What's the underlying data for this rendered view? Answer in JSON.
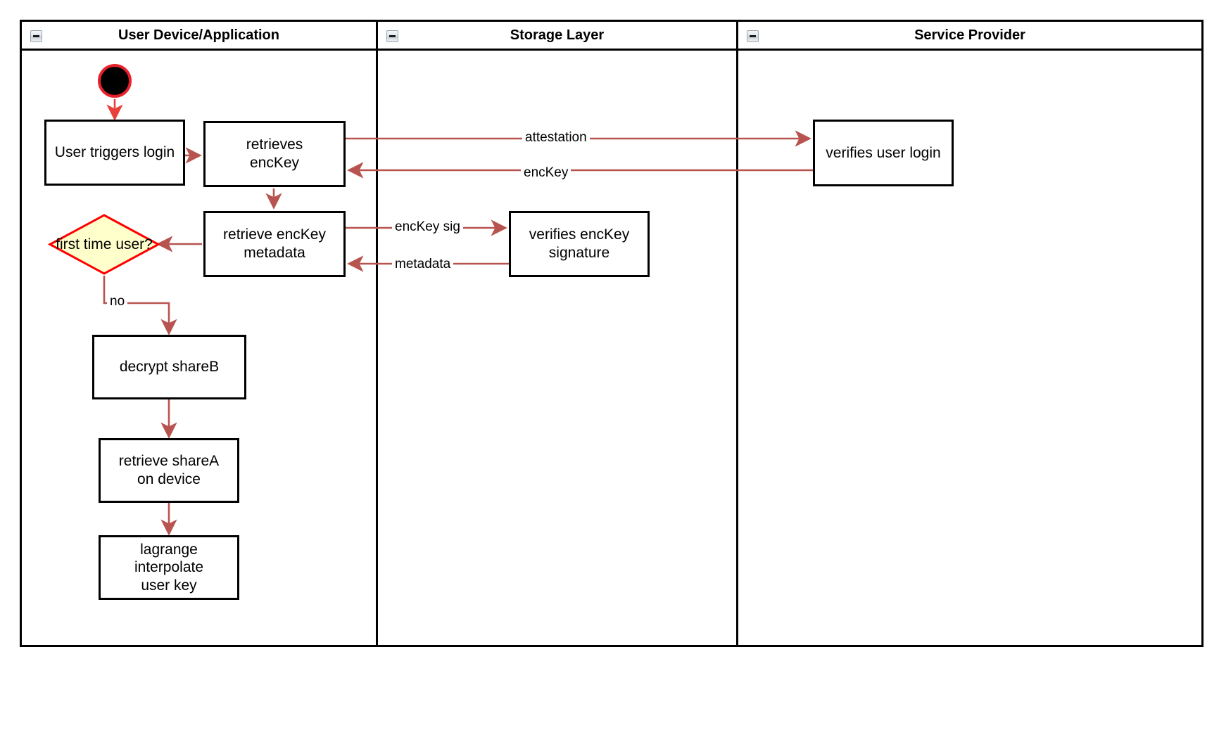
{
  "diagram": {
    "type": "swimlane-activity-diagram",
    "colors": {
      "edge": "#b85450",
      "start_ring": "#e8202a",
      "decision_fill": "#ffffcc",
      "decision_stroke": "#ff0000",
      "node_stroke": "#000000",
      "lane_stroke": "#000000",
      "background": "#ffffff"
    }
  },
  "lanes": [
    {
      "id": "user-device",
      "title": "User Device/Application",
      "collapse_icon": "collapse-minus-icon"
    },
    {
      "id": "storage-layer",
      "title": "Storage Layer",
      "collapse_icon": "collapse-minus-icon"
    },
    {
      "id": "service-provider",
      "title": "Service Provider",
      "collapse_icon": "collapse-minus-icon"
    }
  ],
  "nodes": {
    "start": {
      "shape": "start-circle",
      "label": ""
    },
    "user_triggers_login": {
      "shape": "rect",
      "label": "User triggers login"
    },
    "retrieves_enckey": {
      "shape": "rect",
      "line1": "retrieves",
      "line2": "encKey"
    },
    "verifies_user_login": {
      "shape": "rect",
      "label": "verifies user login"
    },
    "retrieve_enckey_metadata": {
      "shape": "rect",
      "line1": "retrieve encKey",
      "line2": "metadata"
    },
    "verifies_enckey_signature": {
      "shape": "rect",
      "line1": "verifies encKey",
      "line2": "signature"
    },
    "first_time_user": {
      "shape": "diamond",
      "line1": "first time",
      "line2": "user?"
    },
    "decrypt_shareb": {
      "shape": "rect",
      "label": "decrypt shareB"
    },
    "retrieve_sharea_on_device": {
      "shape": "rect",
      "line1": "retrieve shareA",
      "line2": "on device"
    },
    "lagrange_interpolate_user_key": {
      "shape": "rect",
      "line1": "lagrange interpolate",
      "line2": "user key"
    }
  },
  "edges": [
    {
      "id": "start-to-login",
      "from": "start",
      "to": "user_triggers_login",
      "label": ""
    },
    {
      "id": "login-to-retrieves",
      "from": "user_triggers_login",
      "to": "retrieves_enckey",
      "label": ""
    },
    {
      "id": "attestation",
      "from": "retrieves_enckey",
      "to": "verifies_user_login",
      "label": "attestation"
    },
    {
      "id": "enckey",
      "from": "verifies_user_login",
      "to": "retrieves_enckey",
      "label": "encKey"
    },
    {
      "id": "retrieves-to-metadata",
      "from": "retrieves_enckey",
      "to": "retrieve_enckey_metadata",
      "label": ""
    },
    {
      "id": "enckey-sig",
      "from": "retrieve_enckey_metadata",
      "to": "verifies_enckey_signature",
      "label": "encKey sig"
    },
    {
      "id": "metadata",
      "from": "verifies_enckey_signature",
      "to": "retrieve_enckey_metadata",
      "label": "metadata"
    },
    {
      "id": "metadata-to-decision",
      "from": "retrieve_enckey_metadata",
      "to": "first_time_user",
      "label": ""
    },
    {
      "id": "decision-no",
      "from": "first_time_user",
      "to": "decrypt_shareb",
      "label": "no"
    },
    {
      "id": "shareb-to-sharea",
      "from": "decrypt_shareb",
      "to": "retrieve_sharea_on_device",
      "label": ""
    },
    {
      "id": "sharea-to-lagrange",
      "from": "retrieve_sharea_on_device",
      "to": "lagrange_interpolate_user_key",
      "label": ""
    }
  ]
}
